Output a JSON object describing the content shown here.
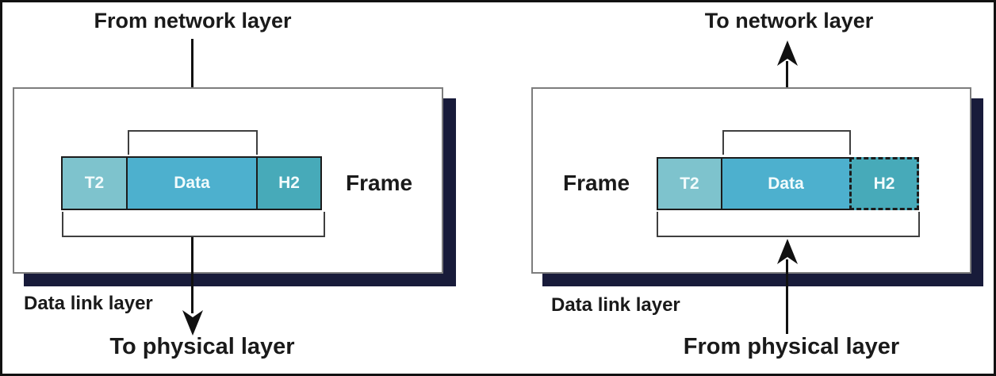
{
  "diagram": {
    "title_context": "Data link layer framing",
    "left": {
      "top_label": "From network layer",
      "frame_label": "Frame",
      "segments": [
        {
          "label": "T2"
        },
        {
          "label": "Data"
        },
        {
          "label": "H2"
        }
      ],
      "layer_label": "Data link layer",
      "bottom_label": "To physical layer"
    },
    "right": {
      "top_label": "To network layer",
      "frame_label": "Frame",
      "segments": [
        {
          "label": "T2"
        },
        {
          "label": "Data"
        },
        {
          "label": "H2"
        }
      ],
      "layer_label": "Data link layer",
      "bottom_label": "From physical layer"
    },
    "colors": {
      "t2_fill": "#7ec3cd",
      "data_fill": "#4db0ce",
      "h2_fill": "#47aab9",
      "box_shadow": "#181b3a",
      "box_border": "#7d7d7d",
      "arrow": "#111111"
    }
  }
}
